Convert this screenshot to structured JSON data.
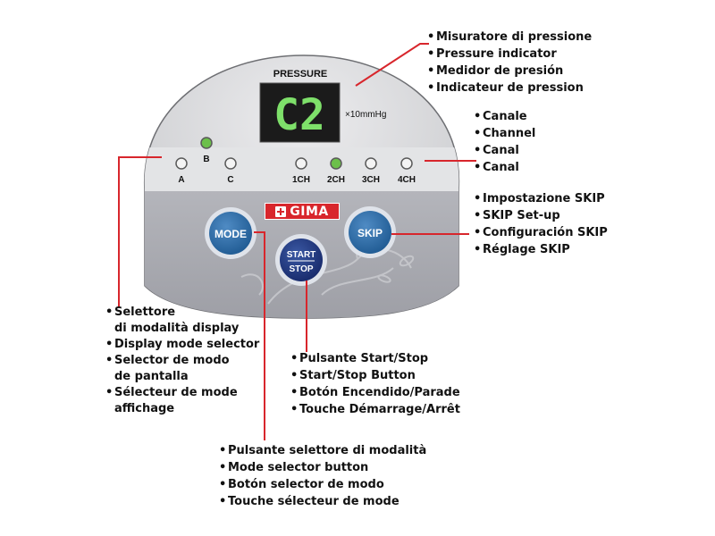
{
  "device": {
    "display_label": "PRESSURE",
    "display_value": "C2",
    "unit": "×10mmHg",
    "brand": "GIMA",
    "leds": [
      {
        "label": "A",
        "on": false
      },
      {
        "label": "B",
        "on": true
      },
      {
        "label": "C",
        "on": false
      },
      {
        "label": "1CH",
        "on": false
      },
      {
        "label": "2CH",
        "on": true
      },
      {
        "label": "3CH",
        "on": false
      },
      {
        "label": "4CH",
        "on": false
      }
    ],
    "buttons": {
      "mode": "MODE",
      "skip": "SKIP",
      "start_stop_line1": "START",
      "start_stop_line2": "STOP"
    },
    "colors": {
      "body": "#d9dadd",
      "panel": "#a9aab0",
      "led_on": "#6cc04a",
      "digit": "#7ee06a",
      "button_blue": "#2f6eaa",
      "start_stop": "#253f86",
      "callout_line": "#d8262c"
    }
  },
  "callouts": {
    "pressure": [
      "Misuratore di pressione",
      "Pressure indicator",
      "Medidor de presión",
      "Indicateur de pression"
    ],
    "channel": [
      "Canale",
      "Channel",
      "Canal",
      "Canal"
    ],
    "skip": [
      "Impostazione SKIP",
      "SKIP Set-up",
      "Configuración SKIP",
      "Réglage SKIP"
    ],
    "display_mode": [
      {
        "l1": "Selettore",
        "l2": "di modalità display"
      },
      {
        "l1": "Display mode selector",
        "l2": ""
      },
      {
        "l1": "Selector de modo",
        "l2": "de pantalla"
      },
      {
        "l1": "Sélecteur de mode",
        "l2": "affichage"
      }
    ],
    "start_stop": [
      "Pulsante Start/Stop",
      "Start/Stop Button",
      "Botón Encendido/Parade",
      "Touche Démarrage/Arrêt"
    ],
    "mode_button": [
      "Pulsante selettore di modalità",
      "Mode selector button",
      "Botón selector de modo",
      "Touche sélecteur de mode"
    ]
  }
}
